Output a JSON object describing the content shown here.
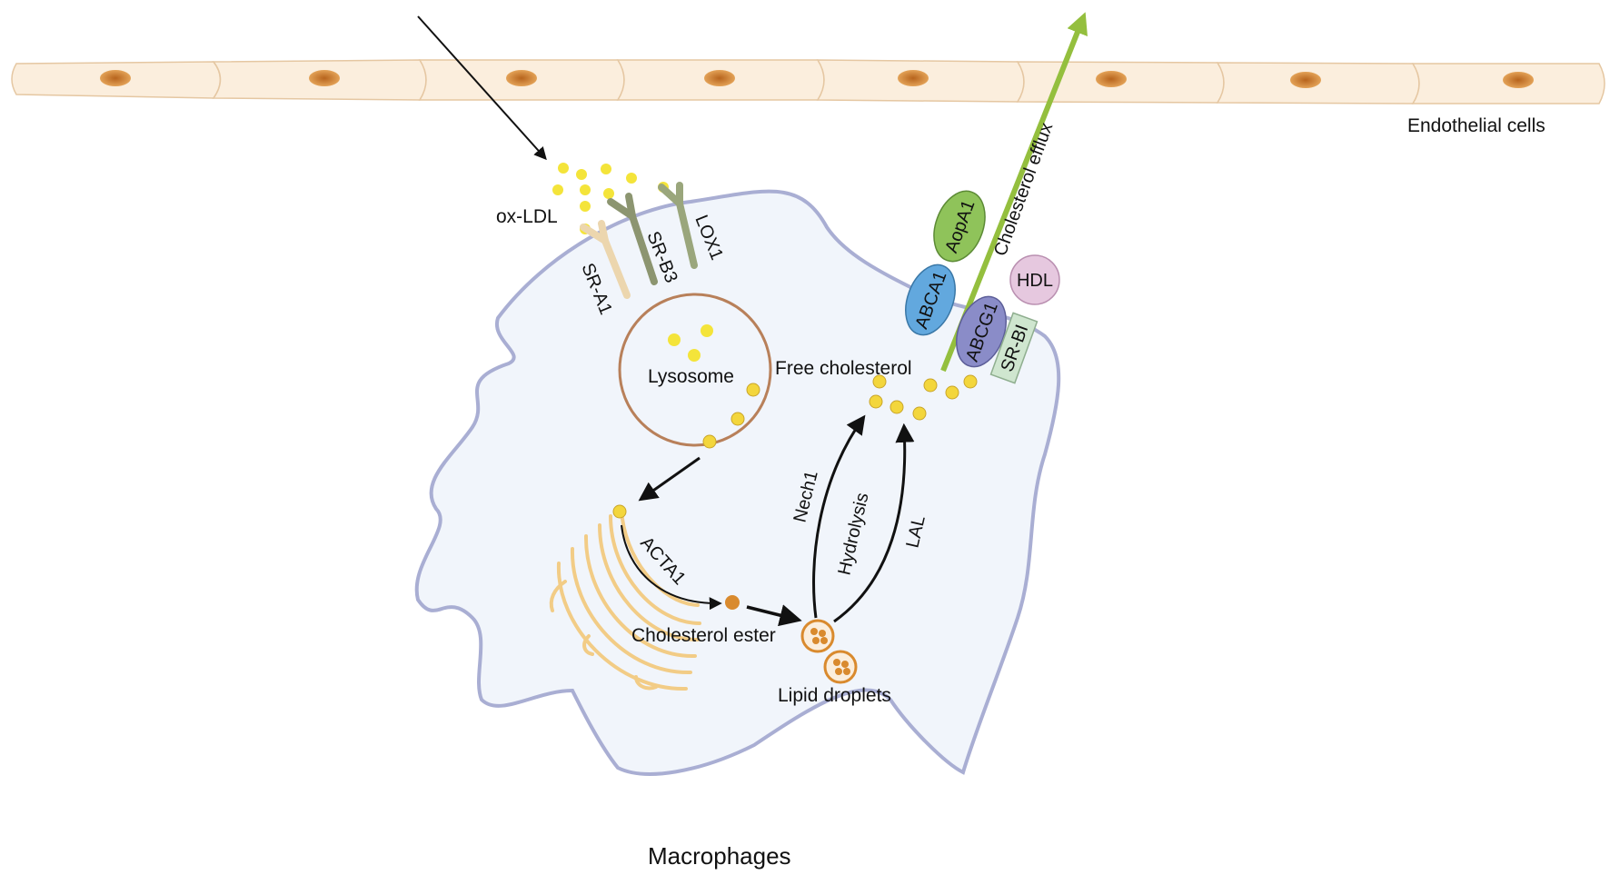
{
  "labels": {
    "endothelial": "Endothelial cells",
    "macrophages": "Macrophages",
    "oxldl": "ox-LDL",
    "sr_a1": "SR-A1",
    "sr_b3": "SR-B3",
    "lox1": "LOX1",
    "lysosome": "Lysosome",
    "free_cholesterol": "Free cholesterol",
    "cholesterol_efflux": "Cholesterol efflux",
    "apoa1": "AopA1",
    "abca1": "ABCA1",
    "abcg1": "ABCG1",
    "sr_bi": "SR-BI",
    "hdl": "HDL",
    "acta1": "ACTA1",
    "cholesterol_ester": "Cholesterol ester",
    "lipid_droplets": "Lipid droplets",
    "nech1": "Nech1",
    "hydrolysis": "Hydrolysis",
    "lal": "LAL"
  },
  "colors": {
    "endothelial_fill": "#fbeedd",
    "endothelial_stroke": "#e5c7a2",
    "nucleus": "#d48a3a",
    "macrophage_fill": "#f1f5fb",
    "macrophage_stroke": "#a9aed3",
    "oxldl_dot": "#f4e43a",
    "free_cholesterol_dot": "#f3d63c",
    "cholesterol_ester_dot": "#d98a2e",
    "efflux_arrow": "#94bf3e",
    "apoa1": "#8fc35a",
    "abca1": "#62a8de",
    "abcg1": "#8a8cc8",
    "sr_bi": "#cfe6cf",
    "hdl": "#e6c8df",
    "er": "#f2cc86",
    "lysosome_stroke": "#b8805a"
  }
}
